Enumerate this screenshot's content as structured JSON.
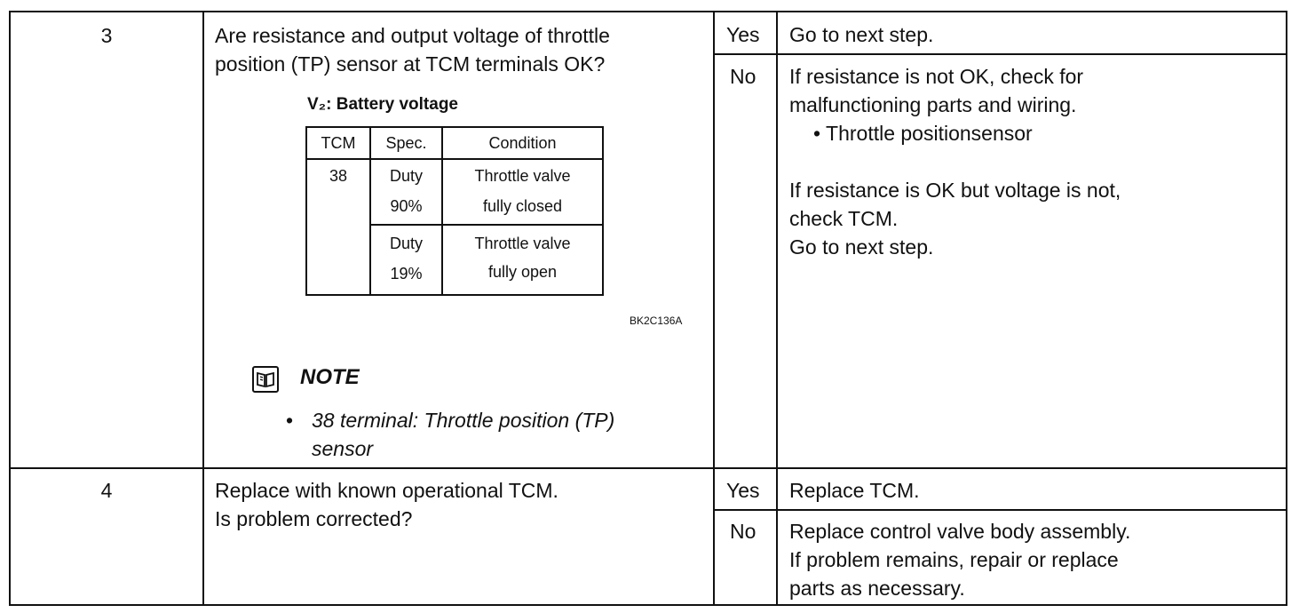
{
  "rows": [
    {
      "step": "3",
      "check_lines": [
        "Are resistance and output voltage of throttle",
        "position (TP) sensor at TCM terminals OK?"
      ],
      "figure": {
        "caption": "V₂: Battery voltage",
        "headers": [
          "TCM",
          "Spec.",
          "Condition"
        ],
        "terminal": "38",
        "entries": [
          {
            "spec": [
              "Duty",
              "90%"
            ],
            "condition": [
              "Throttle valve",
              "fully closed"
            ]
          },
          {
            "spec": [
              "Duty",
              "19%"
            ],
            "condition": [
              "Throttle valve",
              "fully open"
            ]
          }
        ],
        "figure_id": "BK2C136A"
      },
      "note": {
        "title": "NOTE",
        "bullet": "•",
        "lines": [
          "38 terminal:  Throttle position (TP)",
          "sensor"
        ]
      },
      "yes_label": "Yes",
      "yes_action": "Go to next step.",
      "no_label": "No",
      "no_action_lines_1": [
        "If resistance is not OK, check for",
        "malfunctioning parts and wiring."
      ],
      "no_bullet": "• Throttle positionsensor",
      "no_action_lines_2": [
        "If resistance is OK but voltage is not,",
        "check TCM.",
        "Go to next step."
      ]
    },
    {
      "step": "4",
      "check_lines": [
        "Replace with known operational TCM.",
        "Is problem corrected?"
      ],
      "yes_label": "Yes",
      "yes_action": "Replace TCM.",
      "no_label": "No",
      "no_action_lines": [
        "Replace control valve body assembly.",
        "If problem remains, repair or replace",
        "parts as necessary."
      ]
    }
  ],
  "icons": {
    "note": "book-icon"
  }
}
